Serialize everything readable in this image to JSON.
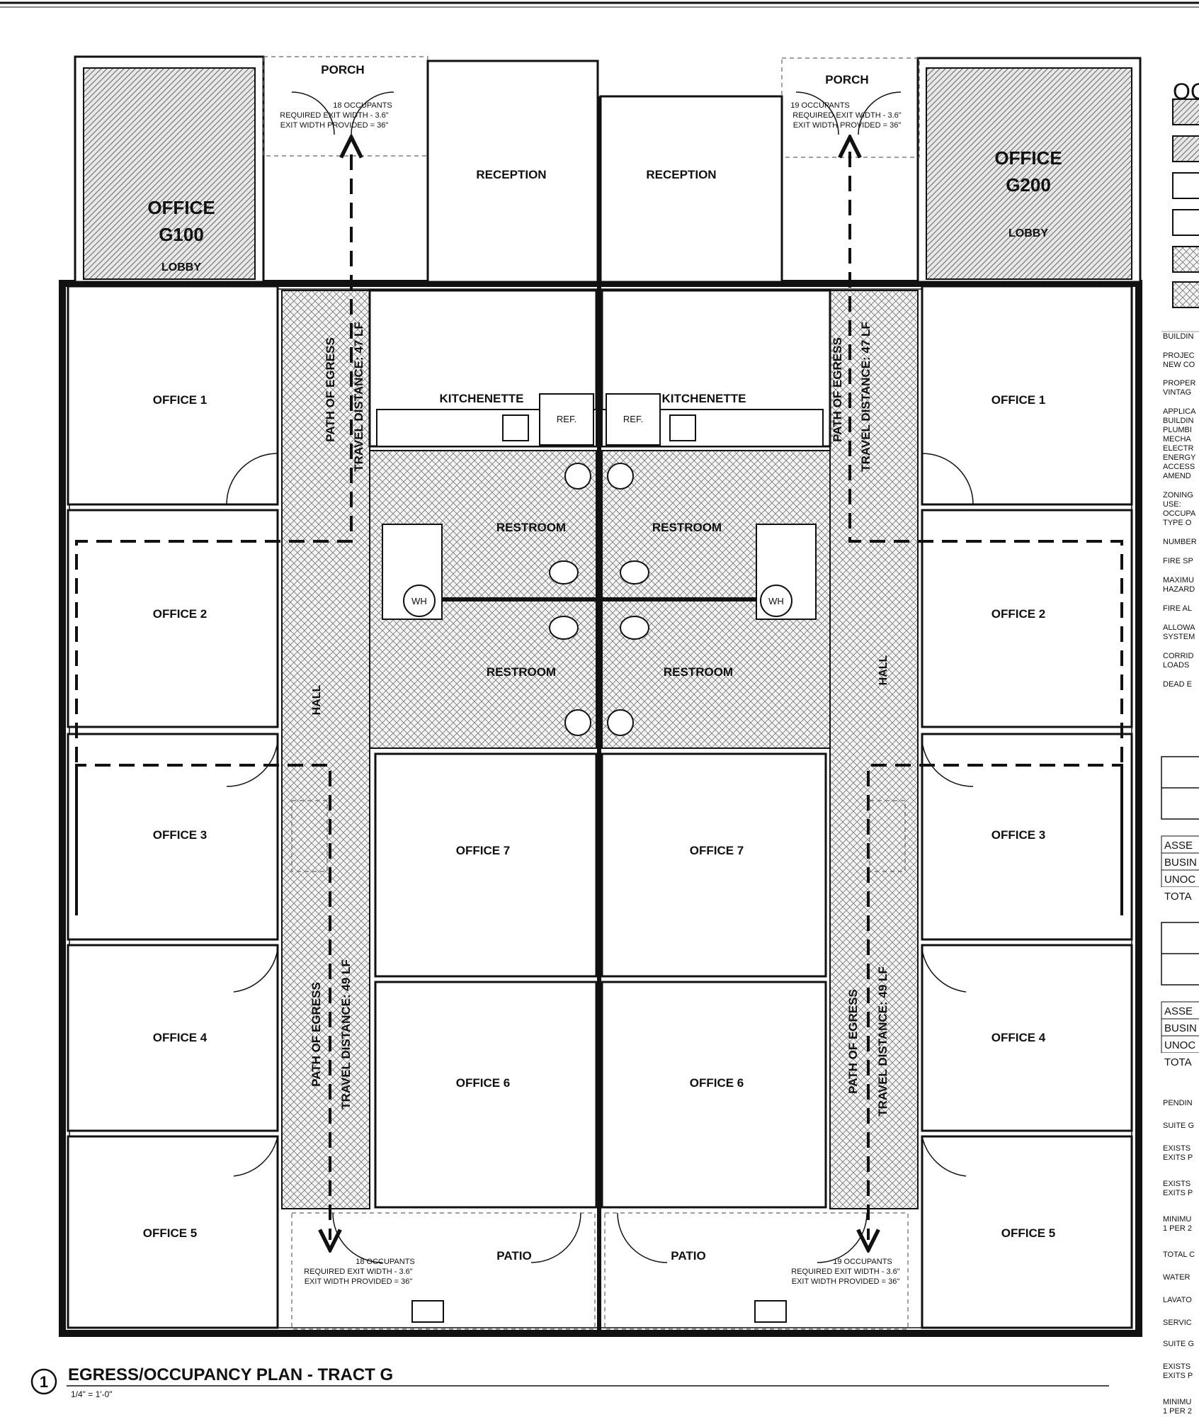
{
  "drawing": {
    "number": "1",
    "title": "EGRESS/OCCUPANCY PLAN - TRACT G",
    "scale": "1/4\" = 1'-0\""
  },
  "suites": {
    "left": {
      "office_name": "OFFICE",
      "office_number": "G100",
      "lobby": "LOBBY",
      "porch": "PORCH",
      "porch_note": [
        "18 OCCUPANTS",
        "REQUIRED EXIT WIDTH - 3.6\"",
        "EXIT WIDTH PROVIDED = 36\""
      ],
      "patio": "PATIO",
      "patio_note": [
        "18 OCCUPANTS",
        "REQUIRED EXIT WIDTH - 3.6\"",
        "EXIT WIDTH PROVIDED = 36\""
      ],
      "egress_upper": [
        "PATH OF EGRESS",
        "TRAVEL DISTANCE: 47 LF"
      ],
      "egress_lower": [
        "PATH OF EGRESS",
        "TRAVEL DISTANCE: 49 LF"
      ]
    },
    "right": {
      "office_name": "OFFICE",
      "office_number": "G200",
      "lobby": "LOBBY",
      "porch": "PORCH",
      "porch_note": [
        "19 OCCUPANTS",
        "REQUIRED EXIT WIDTH - 3.6\"",
        "EXIT WIDTH PROVIDED = 36\""
      ],
      "patio": "PATIO",
      "patio_note": [
        "19 OCCUPANTS",
        "REQUIRED EXIT WIDTH - 3.6\"",
        "EXIT WIDTH PROVIDED = 36\""
      ],
      "egress_upper": [
        "PATH OF EGRESS",
        "TRAVEL DISTANCE: 47 LF"
      ],
      "egress_lower": [
        "PATH OF EGRESS",
        "TRAVEL DISTANCE: 49 LF"
      ]
    }
  },
  "rooms": {
    "reception": "RECEPTION",
    "kitchenette": "KITCHENETTE",
    "ref": "REF.",
    "restroom": "RESTROOM",
    "wh": "WH",
    "hall": "HALL",
    "office_1": "OFFICE 1",
    "office_2": "OFFICE 2",
    "office_3": "OFFICE 3",
    "office_4": "OFFICE 4",
    "office_5": "OFFICE 5",
    "office_6": "OFFICE 6",
    "office_7": "OFFICE 7"
  },
  "sidebar": {
    "heading": "OC",
    "general_notes": [
      "BUILDIN",
      "PROJEC",
      "NEW CO",
      "PROPER",
      "VINTAG",
      "APPLICA",
      "BUILDIN",
      "PLUMBI",
      "MECHA",
      "ELECTR",
      "ENERGY",
      "ACCESS",
      "AMEND",
      "ZONING",
      "USE:",
      "OCCUPA",
      "TYPE O",
      "NUMBER",
      "FIRE SP",
      "MAXIMU",
      "HAZARD",
      "FIRE AL",
      "ALLOWA",
      "SYSTEM",
      "CORRID",
      "LOADS",
      "DEAD E"
    ],
    "table1": [
      "ASSE",
      "BUSIN",
      "UNOC",
      "TOTA"
    ],
    "table2": [
      "ASSE",
      "BUSIN",
      "UNOC",
      "TOTA"
    ],
    "pending_notes": [
      "PENDIN",
      "SUITE G",
      "EXISTS",
      "EXITS P",
      "EXISTS",
      "EXITS P",
      "MINIMU",
      "1 PER 2",
      "TOTAL C",
      "WATER",
      "LAVATO",
      "SERVIC",
      "SUITE G",
      "EXISTS",
      "EXITS P",
      "MINIMU",
      "1 PER 2"
    ]
  }
}
